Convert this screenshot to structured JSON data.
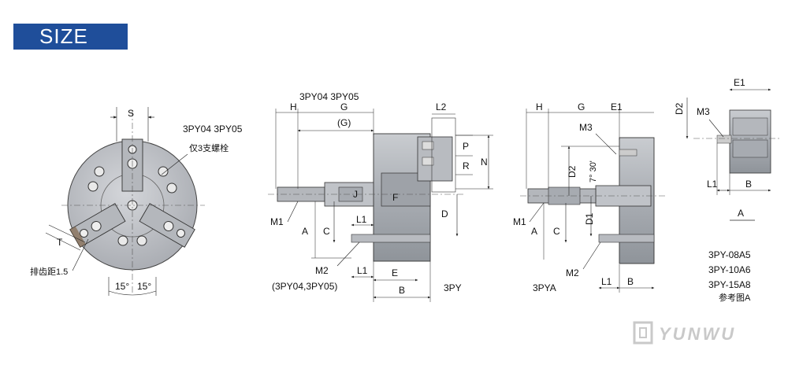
{
  "banner": {
    "title": "SIZE"
  },
  "front_view": {
    "dim_s": "S",
    "model_label": "3PY04 3PY05",
    "bolt_note": "仅3支螺栓",
    "dim_t": "T",
    "pitch_note": "排齿距1.5",
    "angle_left": "15°",
    "angle_right": "15°"
  },
  "side_view_3py": {
    "model_title": "3PY04 3PY05",
    "dim_h": "H",
    "dim_g": "G",
    "dim_g_paren": "(G)",
    "dim_l2": "L2",
    "dim_p": "P",
    "dim_r": "R",
    "dim_n": "N",
    "dim_j": "J",
    "dim_f": "F",
    "dim_d": "D",
    "dim_m1": "M1",
    "dim_a": "A",
    "dim_c": "C",
    "dim_l1_top": "L1",
    "dim_m2": "M2",
    "dim_l1_bottom": "L1",
    "dim_e": "E",
    "dim_b": "B",
    "variant_note": "(3PY04,3PY05)",
    "model_code": "3PY"
  },
  "side_view_3pya": {
    "dim_h": "H",
    "dim_g": "G",
    "dim_e1": "E1",
    "dim_m3": "M3",
    "dim_d2": "D2",
    "angle_note": "7° 30'",
    "dim_d1": "D1",
    "dim_m1": "M1",
    "dim_a": "A",
    "dim_c": "C",
    "dim_m2": "M2",
    "dim_l1": "L1",
    "dim_b": "B",
    "model_code": "3PYA"
  },
  "detail_view": {
    "dim_e1": "E1",
    "dim_d2": "D2",
    "dim_m3": "M3",
    "dim_l1": "L1",
    "dim_b": "B",
    "view_label": "A",
    "models": [
      "3PY-08A5",
      "3PY-10A6",
      "3PY-15A8"
    ],
    "ref_note": "参考图A"
  },
  "logo": {
    "brand": "YUNWU"
  }
}
